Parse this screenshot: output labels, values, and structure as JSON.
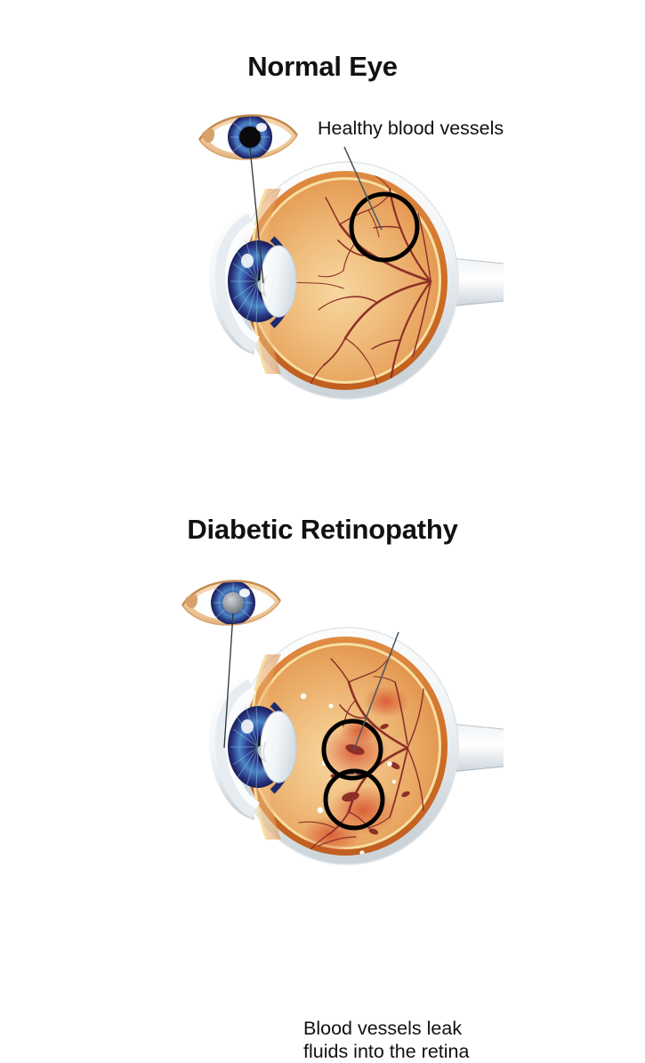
{
  "document": {
    "kind": "medical-illustration",
    "background_color": "#ffffff",
    "text_color": "#111111"
  },
  "panels": [
    {
      "id": "normal",
      "title": "Normal Eye",
      "callout": "Healthy blood vessels",
      "front_eye_icon": "eye-front-view-icon",
      "pupil_appearance": "black",
      "highlight_circles": 1,
      "vessel_state": "thin healthy branching vessels",
      "colors": {
        "sclera": "#ffffff",
        "sclera_shade": "#d7dde2",
        "choroid": "#d4762e",
        "retina_line": "#f6dfa2",
        "vitreous_light": "#f4cf93",
        "vitreous_mid": "#e9a765",
        "vessel": "#8e2f27",
        "iris_dark": "#2b3582",
        "iris_light": "#5aa8dd",
        "pupil": "#0a0a0a",
        "lens": "#eef2f5",
        "skin": "#f2cda1",
        "optic_nerve": "#e3e9ee"
      }
    },
    {
      "id": "diabetic",
      "title": "Diabetic Retinopathy",
      "callout": "Blood vessels leak\nfluids into the retina",
      "front_eye_icon": "eye-front-view-icon",
      "pupil_appearance": "gray cloudy",
      "highlight_circles": 2,
      "vessel_state": "leaking beaded vessels with hemorrhages and exudates",
      "colors": {
        "sclera": "#ffffff",
        "sclera_shade": "#d7dde2",
        "choroid": "#d4762e",
        "retina_line": "#f6dfa2",
        "vitreous_light": "#f4cf93",
        "vitreous_mid": "#e9a765",
        "vessel": "#8e2f27",
        "hemorrhage": "#d9593a",
        "exudate": "#ffffff",
        "iris_dark": "#2b3582",
        "iris_light": "#5aa8dd",
        "pupil": "#8e9296",
        "lens": "#eef2f5",
        "skin": "#f2cda1",
        "optic_nerve": "#e3e9ee"
      }
    }
  ],
  "annotations": {
    "leader_line_color": "#4f5a60",
    "highlight_circle_color": "#000000"
  }
}
